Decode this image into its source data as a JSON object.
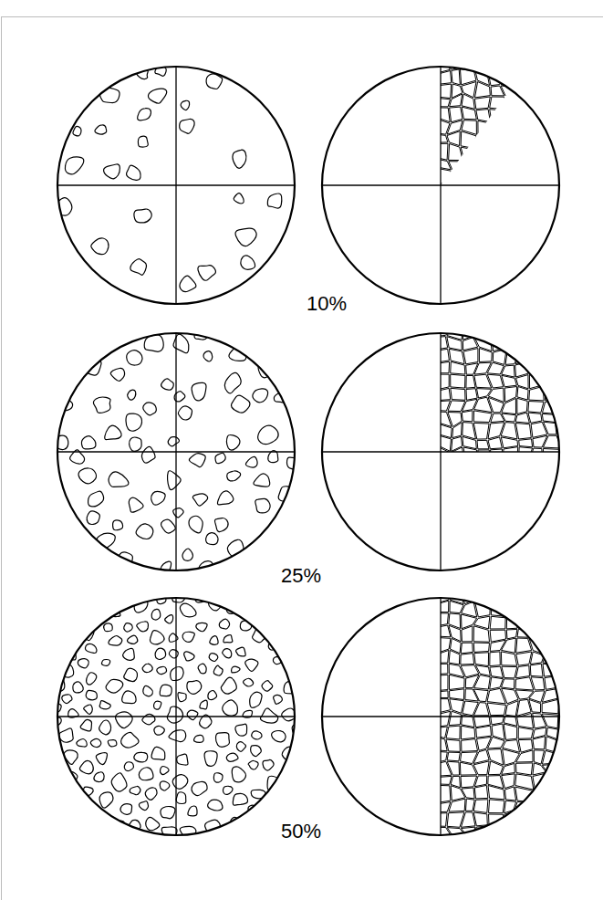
{
  "diagram": {
    "labels": [
      "10%",
      "25%",
      "50%"
    ]
  }
}
